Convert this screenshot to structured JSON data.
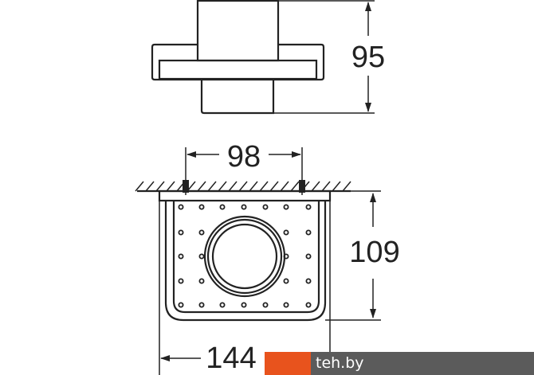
{
  "dimensions": {
    "height_top_view": "95",
    "mount_spacing": "98",
    "depth": "109",
    "width": "144"
  },
  "watermark": {
    "text": "teh.by",
    "accent": "#e8531d"
  }
}
